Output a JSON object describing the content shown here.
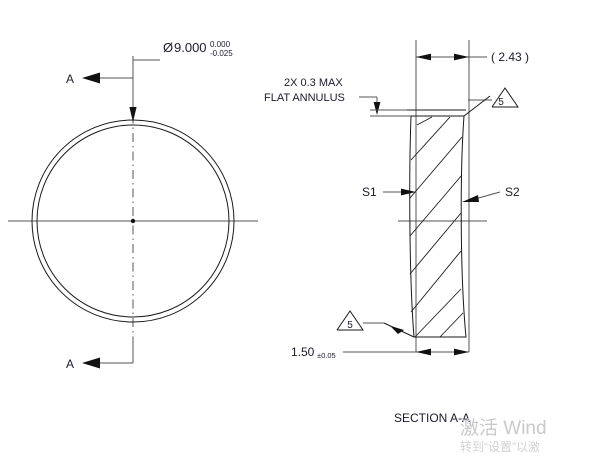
{
  "drawing": {
    "type": "engineering-drawing",
    "title_note": "Optical lens / annular element, front view and cross section",
    "front_view": {
      "section_arrow_top_label": "A",
      "section_arrow_bottom_label": "A",
      "diameter_callout": {
        "symbol": "Ø",
        "nominal": "9.000",
        "tolerance_upper": "0.000",
        "tolerance_lower": "-0.025"
      }
    },
    "section_view": {
      "caption": "SECTION A-A",
      "reference_dim": "( 2.43 )",
      "flat_annulus_note_line1": "2X 0.3 MAX",
      "flat_annulus_note_line2": "FLAT ANNULUS",
      "surface_label_left": "S1",
      "surface_label_right": "S2",
      "thickness_dim": "1.50",
      "thickness_tol": "±0.05",
      "surface_finish_top": "5",
      "surface_finish_bottom": "5"
    }
  },
  "watermark": {
    "line1": "激活 Wind",
    "line2": "转到“设置”以激"
  },
  "colors": {
    "background": "#ffffff",
    "line": "#1a1a1a",
    "thin_line": "#555555",
    "text": "#1a1a2e",
    "watermark": "#c9c9c9"
  }
}
